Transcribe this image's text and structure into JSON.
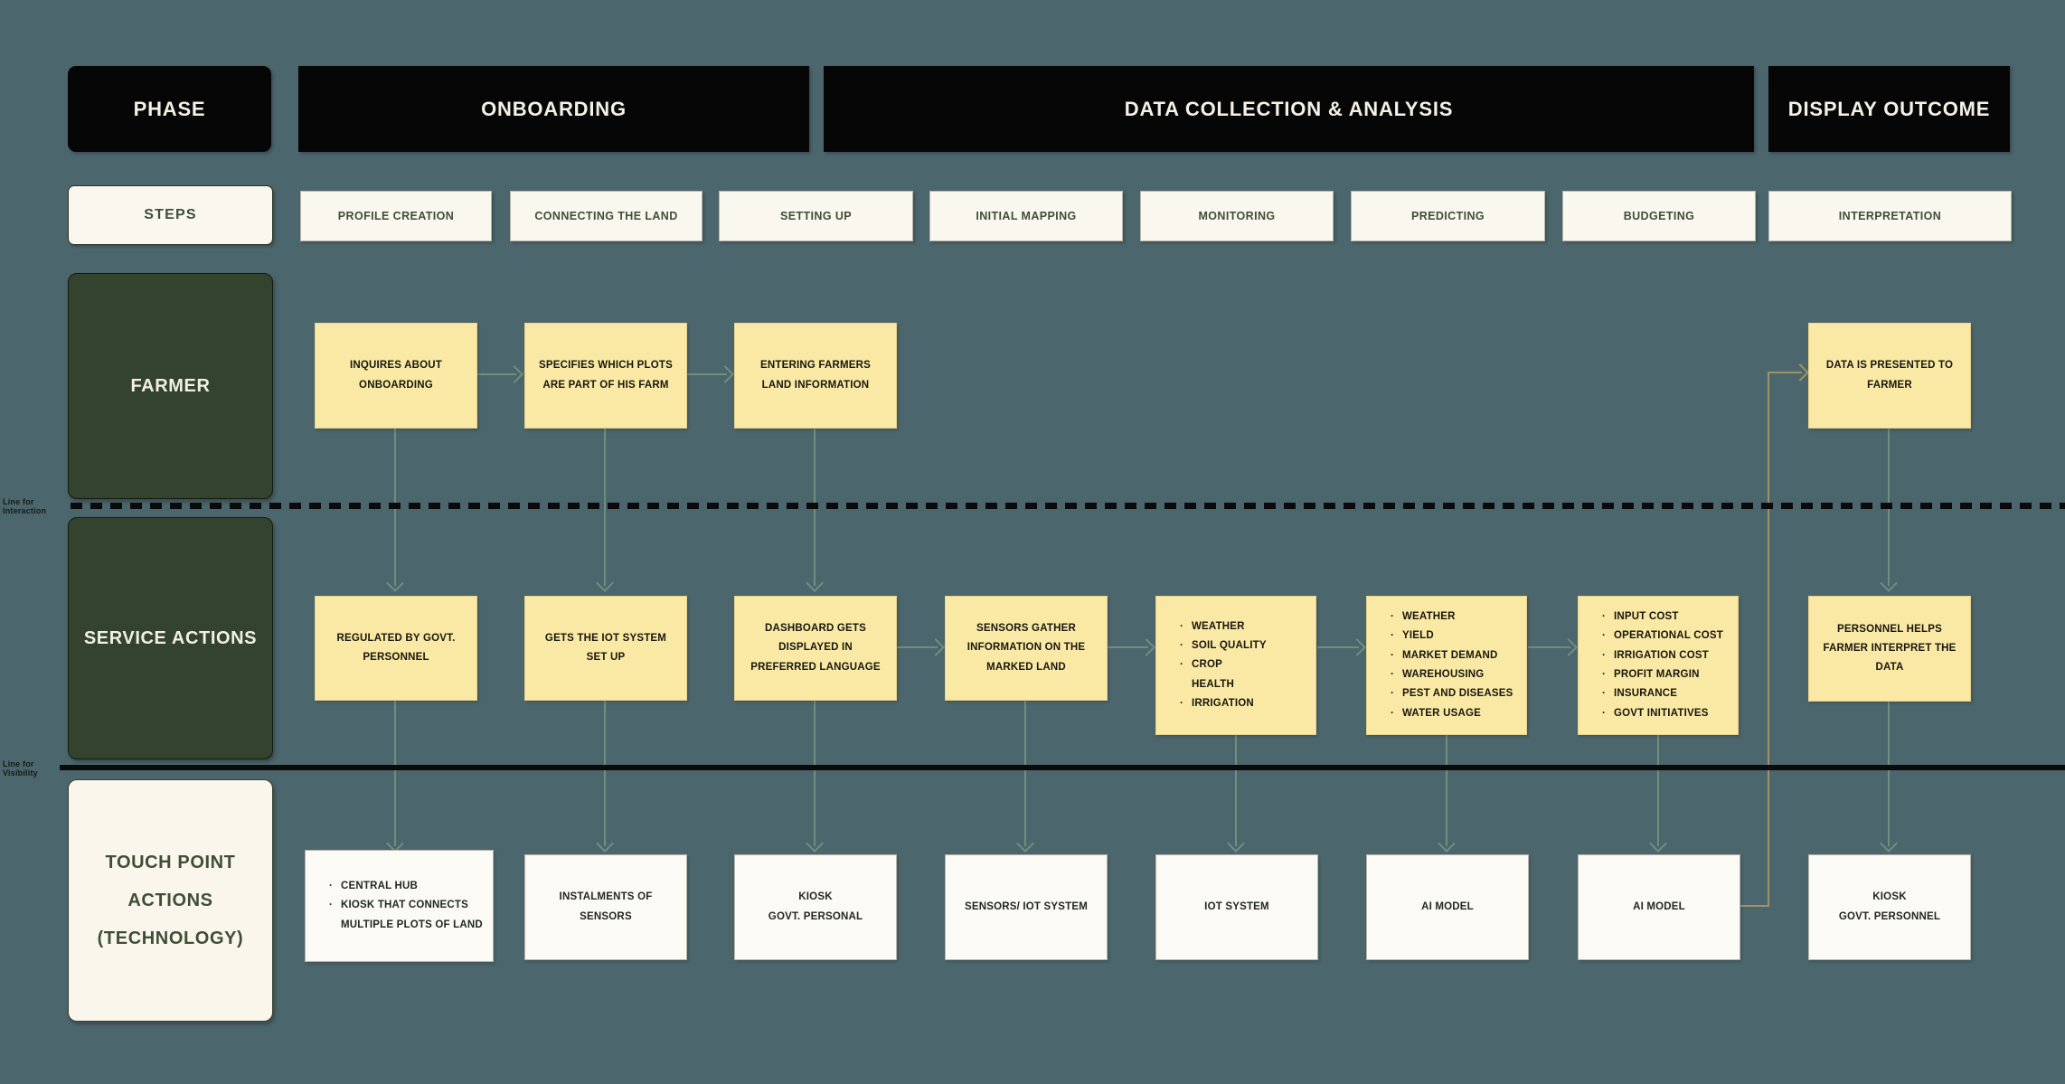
{
  "glyphs": {
    "bullet": "·"
  },
  "header": {
    "phase_label": "PHASE",
    "phases": [
      {
        "label": "ONBOARDING"
      },
      {
        "label": "DATA COLLECTION & ANALYSIS"
      },
      {
        "label": "DISPLAY OUTCOME"
      }
    ]
  },
  "steps": {
    "label": "STEPS",
    "items": [
      "PROFILE CREATION",
      "CONNECTING THE LAND",
      "SETTING UP",
      "INITIAL MAPPING",
      "MONITORING",
      "PREDICTING",
      "BUDGETING",
      "INTERPRETATION"
    ]
  },
  "lanes": {
    "farmer": "FARMER",
    "service": "SERVICE ACTIONS",
    "touch": "TOUCH POINT\nACTIONS\n(TECHNOLOGY)"
  },
  "dividers": {
    "interaction": "Line for Interaction",
    "visibility": "Line for Visibility"
  },
  "farmer_row": [
    {
      "step": "PROFILE CREATION",
      "text": "INQUIRES ABOUT\nONBOARDING"
    },
    {
      "step": "CONNECTING THE LAND",
      "text": "SPECIFIES WHICH PLOTS\nARE PART OF HIS FARM"
    },
    {
      "step": "SETTING UP",
      "text": "ENTERING FARMERS\nLAND INFORMATION"
    },
    {
      "step": "INTERPRETATION",
      "text": "DATA IS PRESENTED TO\nFARMER"
    }
  ],
  "service_row": [
    {
      "step": "PROFILE CREATION",
      "text": "REGULATED BY GOVT.\nPERSONNEL"
    },
    {
      "step": "CONNECTING THE LAND",
      "text": "GETS THE IOT SYSTEM\nSET UP"
    },
    {
      "step": "SETTING UP",
      "text": "DASHBOARD GETS\nDISPLAYED IN\nPREFERRED LANGUAGE"
    },
    {
      "step": "INITIAL MAPPING",
      "text": "SENSORS GATHER\nINFORMATION ON THE\nMARKED LAND"
    },
    {
      "step": "MONITORING",
      "bullets": [
        "WEATHER",
        "SOIL QUALITY",
        "CROP\nHEALTH",
        "IRRIGATION"
      ]
    },
    {
      "step": "PREDICTING",
      "bullets": [
        "WEATHER",
        "YIELD",
        "MARKET DEMAND",
        "WAREHOUSING",
        "PEST AND DISEASES",
        "WATER USAGE"
      ]
    },
    {
      "step": "BUDGETING",
      "bullets": [
        "INPUT COST",
        "OPERATIONAL COST",
        "IRRIGATION COST",
        "PROFIT MARGIN",
        "INSURANCE",
        "GOVT INITIATIVES"
      ]
    },
    {
      "step": "INTERPRETATION",
      "text": "PERSONNEL HELPS\nFARMER INTERPRET THE\nDATA"
    }
  ],
  "touch_row": [
    {
      "step": "PROFILE CREATION",
      "bullets": [
        "CENTRAL HUB",
        "KIOSK THAT CONNECTS\nMULTIPLE PLOTS OF LAND"
      ]
    },
    {
      "step": "CONNECTING THE LAND",
      "text": "INSTALMENTS OF\nSENSORS"
    },
    {
      "step": "SETTING UP",
      "text": "KIOSK\nGOVT. PERSONAL"
    },
    {
      "step": "INITIAL MAPPING",
      "text": "SENSORS/ IOT SYSTEM"
    },
    {
      "step": "MONITORING",
      "text": "IOT SYSTEM"
    },
    {
      "step": "PREDICTING",
      "text": "AI MODEL"
    },
    {
      "step": "BUDGETING",
      "text": "AI MODEL"
    },
    {
      "step": "INTERPRETATION",
      "text": "KIOSK\nGOVT. PERSONNEL"
    }
  ],
  "colors": {
    "background": "#4c666d",
    "header_bg": "#060606",
    "header_text": "#f4f1e6",
    "step_bg": "#faf7ee",
    "step_text": "#3e4e38",
    "lane_green": "#33432d",
    "lane_cream": "#faf6ec",
    "note_yellow": "#fae9a4",
    "note_white": "#fbfaf4",
    "arrow_green": "#6f8f7d",
    "feedback_tan": "#a09562",
    "divider_black": "#0b0b0b"
  }
}
